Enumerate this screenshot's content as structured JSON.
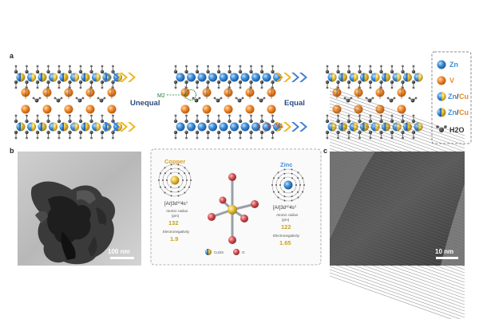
{
  "panels": {
    "a": {
      "label": "a",
      "left_text": "Unequal",
      "right_text": "Equal",
      "m2_label": "M2",
      "m1_label": "M1",
      "legend": {
        "items": [
          {
            "text": "Zn",
            "color": "#3f8fd8"
          },
          {
            "text": "V",
            "color": "#ef8a2e"
          },
          {
            "text_a": "Zn",
            "text_sep": "/",
            "text_b": "Cu",
            "color_a": "#3f8fd8",
            "color_b": "#e8c33a"
          },
          {
            "text_a": "Zn",
            "text_sep": "/",
            "text_b": "Cu",
            "color_a": "#3f8fd8",
            "color_b": "#e8c33a"
          },
          {
            "text": "H2O",
            "color": "#333333"
          }
        ]
      }
    },
    "b": {
      "label": "b",
      "scale_bar": "100 nm",
      "copper": {
        "name": "Copper",
        "config_base": "[Ar]3d",
        "config_sup1": "10",
        "config_mid": "4s",
        "config_sup2": "1",
        "radius_label_1": "Atomic radius",
        "radius_label_2": "(pm)",
        "radius_value": "132",
        "electroneg_label": "Electronegativity",
        "electroneg_value": "1.9"
      },
      "zinc": {
        "name": "Zinc",
        "config_base": "[Ar]3d",
        "config_sup1": "10",
        "config_mid": "4s",
        "config_sup2": "2",
        "radius_label_1": "Atomic radius",
        "radius_label_2": "(pm)",
        "radius_value": "122",
        "electroneg_label": "Electronegativity",
        "electroneg_value": "1.65"
      },
      "legend_cuzn": "Cu/Zn",
      "legend_o": "O"
    },
    "c": {
      "label": "c",
      "scale_bar": "10 nm"
    }
  },
  "colors": {
    "zn": "#3f8fd8",
    "v": "#ef8a2e",
    "cu": "#e8c33a",
    "o": "#d9555a",
    "chevron_yellow": "#f0b51e",
    "chevron_blue": "#3e7fcf"
  }
}
